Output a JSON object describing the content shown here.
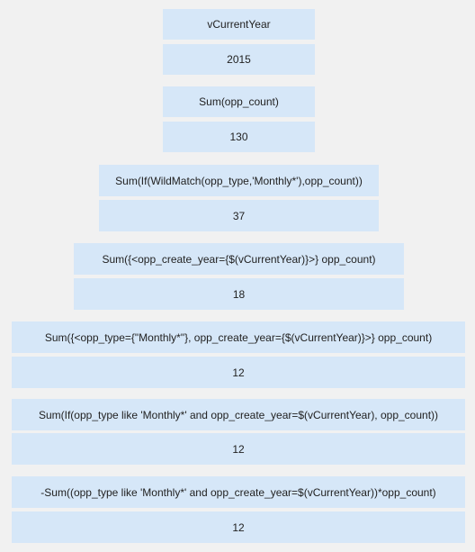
{
  "blocks": [
    {
      "expression": "vCurrentYear",
      "value": "2015"
    },
    {
      "expression": "Sum(opp_count)",
      "value": "130"
    },
    {
      "expression": "Sum(If(WildMatch(opp_type,'Monthly*'),opp_count))",
      "value": "37"
    },
    {
      "expression": "Sum({<opp_create_year={$(vCurrentYear)}>} opp_count)",
      "value": "18"
    },
    {
      "expression": "Sum({<opp_type={\"Monthly*\"}, opp_create_year={$(vCurrentYear)}>} opp_count)",
      "value": "12"
    },
    {
      "expression": "Sum(If(opp_type like 'Monthly*' and opp_create_year=$(vCurrentYear), opp_count))",
      "value": "12"
    },
    {
      "expression": "-Sum((opp_type like 'Monthly*' and opp_create_year=$(vCurrentYear))*opp_count)",
      "value": "12"
    }
  ],
  "colors": {
    "background": "#f1f1f1",
    "cell": "#d6e7f8",
    "text": "#222222"
  }
}
